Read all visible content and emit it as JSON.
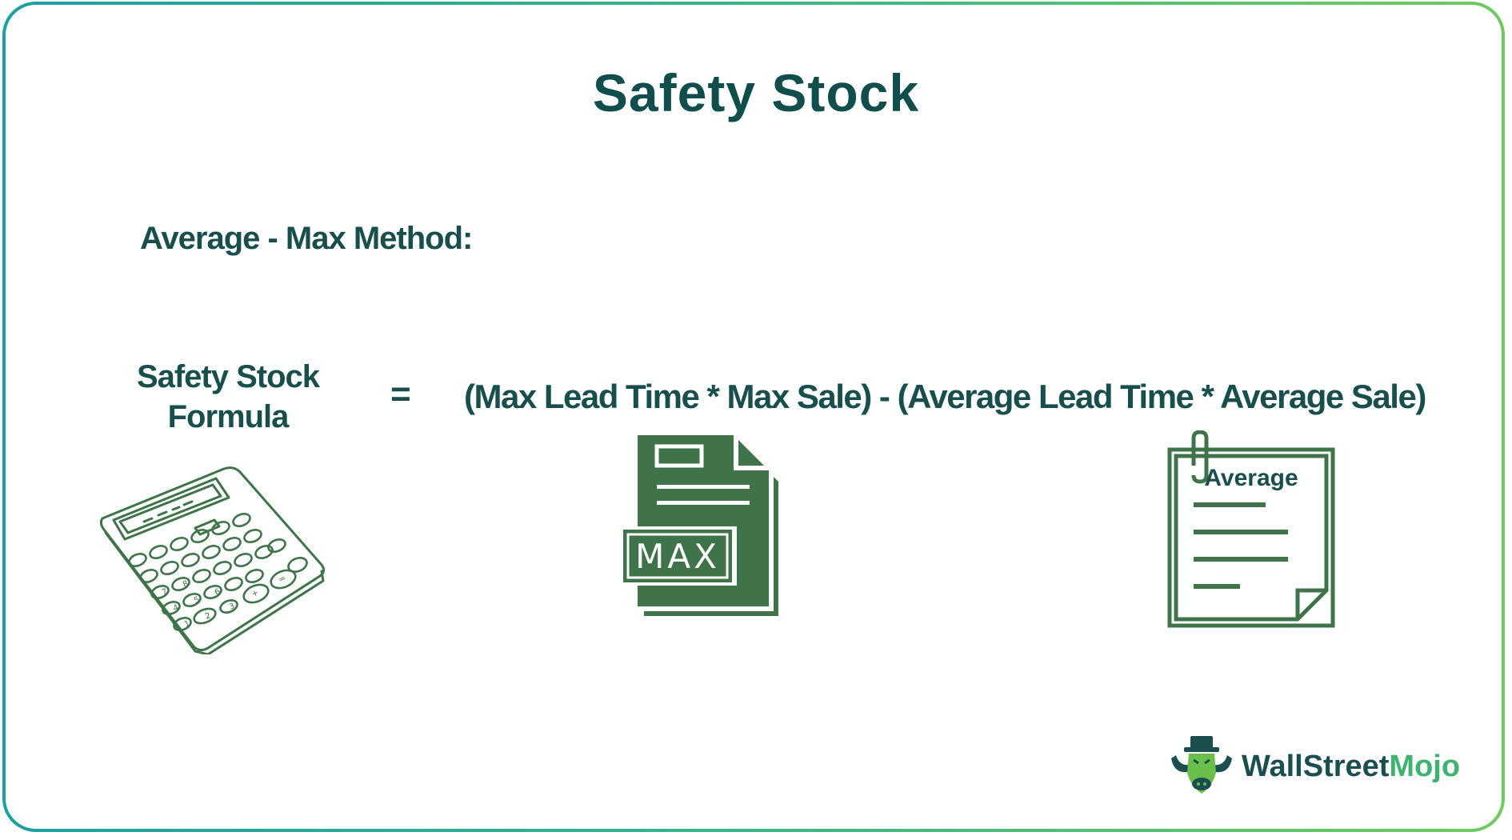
{
  "page": {
    "title": "Safety Stock",
    "subtitle": "Average - Max Method:"
  },
  "formula": {
    "lhs_line1": "Safety Stock",
    "lhs_line2": "Formula",
    "equals": "=",
    "rhs": "(Max Lead Time * Max Sale) - (Average Lead Time * Average Sale)"
  },
  "icons": {
    "calculator": "calculator-icon",
    "max_document": "max-document-icon",
    "max_label": "MAX",
    "average_document": "average-document-icon",
    "average_label": "Average"
  },
  "brand": {
    "name_part1": "WallStreet",
    "name_part2": "Mojo",
    "logo_icon": "bull-logo-icon"
  },
  "colors": {
    "primary_text": "#184f4c",
    "icon_green": "#3f7349",
    "brand_green": "#3db36e",
    "border_gradient_start": "#1aa0a2",
    "border_gradient_end": "#6fcb5e"
  }
}
